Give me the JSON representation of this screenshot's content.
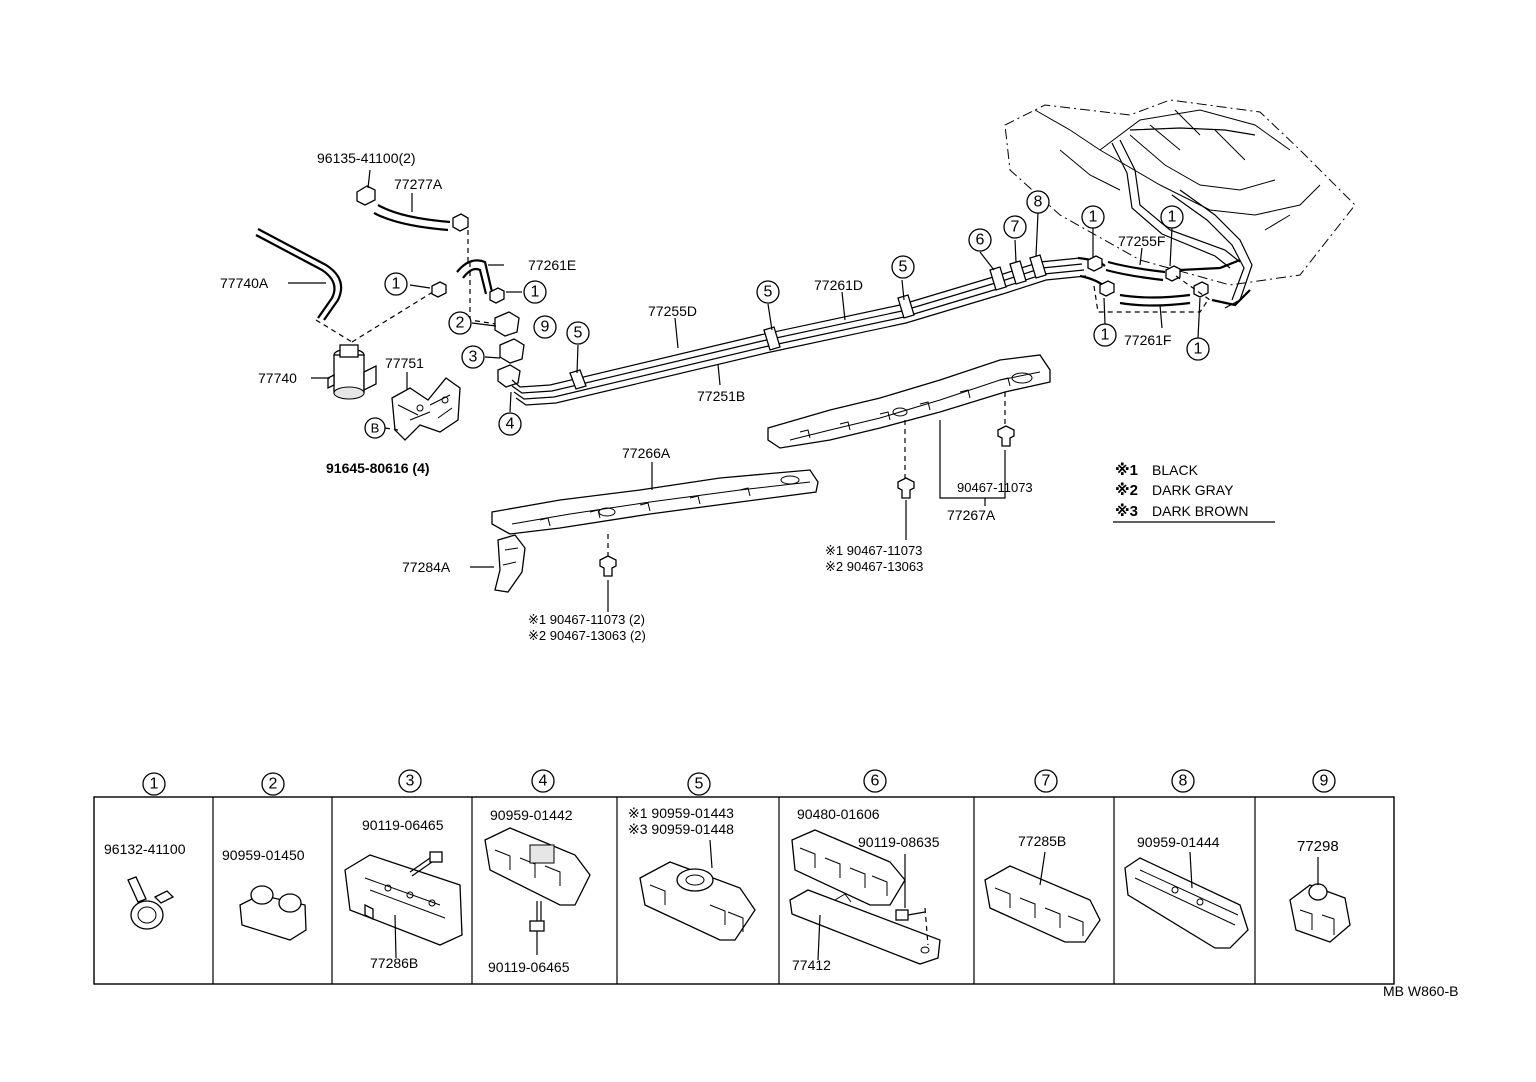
{
  "callouts": {
    "c_96135": "96135-41100(2)",
    "c_77277A": "77277A",
    "c_77740A": "77740A",
    "c_77261E": "77261E",
    "c_77740": "77740",
    "c_77751": "77751",
    "c_91645": "91645-80616 (4)",
    "c_B": "B",
    "c_77255D": "77255D",
    "c_77251B": "77251B",
    "c_77261D": "77261D",
    "c_77255F": "77255F",
    "c_77261F": "77261F",
    "c_77266A": "77266A",
    "c_77284A": "77284A",
    "c_90467_a": "90467-11073",
    "c_77267A": "77267A",
    "c_mid_1": "※1  90467-11073",
    "c_mid_2": "※2  90467-13063",
    "c_low_1": "※1  90467-11073 (2)",
    "c_low_2": "※2  90467-13063 (2)"
  },
  "circled_numbers": [
    "1",
    "2",
    "3",
    "4",
    "5",
    "6",
    "7",
    "8",
    "9"
  ],
  "color_legend": [
    {
      "mark": "※1",
      "color": "BLACK"
    },
    {
      "mark": "※2",
      "color": "DARK GRAY"
    },
    {
      "mark": "※3",
      "color": "DARK BROWN"
    }
  ],
  "detail_table": {
    "cells": [
      {
        "num": "1",
        "parts": [
          "96132-41100"
        ]
      },
      {
        "num": "2",
        "parts": [
          "90959-01450"
        ]
      },
      {
        "num": "3",
        "parts": [
          "90119-06465",
          "77286B"
        ]
      },
      {
        "num": "4",
        "parts": [
          "90959-01442",
          "90119-06465"
        ]
      },
      {
        "num": "5",
        "parts": [
          "※1  90959-01443",
          "※3  90959-01448"
        ]
      },
      {
        "num": "6",
        "parts": [
          "90480-01606",
          "90119-08635",
          "77412"
        ]
      },
      {
        "num": "7",
        "parts": [
          "77285B"
        ]
      },
      {
        "num": "8",
        "parts": [
          "90959-01444"
        ]
      },
      {
        "num": "9",
        "parts": [
          "77298"
        ]
      }
    ]
  },
  "footer_code": "MB  W860-B"
}
